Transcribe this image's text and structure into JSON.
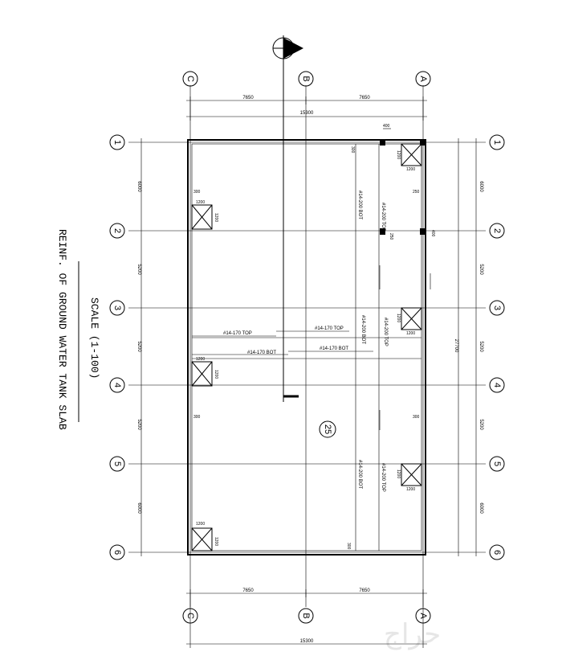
{
  "title": {
    "main": "REINF. OF GROUND WATER TANK SLAB",
    "scale": "SCALE (1-100)"
  },
  "north_symbol": "north-arrow",
  "grid": {
    "columns": [
      "C",
      "B",
      "A"
    ],
    "rows": [
      "1",
      "2",
      "3",
      "4",
      "5",
      "6"
    ]
  },
  "dimensions": {
    "bay_a": "7650",
    "bay_b": "7650",
    "total_width": "15300",
    "row_spans": [
      "6000",
      "5200",
      "5200",
      "5200",
      "6000"
    ],
    "total_height": "27700"
  },
  "panel_mark": "25",
  "reinforcement": {
    "top_long": "#14-170 TOP",
    "bot_long": "#14-170 BOT",
    "top_long_right": "#14-170 TOP",
    "bot_long_right": "#14-170 BOT",
    "top_short": "#14-200 TOP",
    "bot_short": "#14-200 BOT"
  },
  "openings": {
    "size": "1200",
    "edge_offset": "300",
    "offset_250": "250",
    "offset_400": "400"
  },
  "watermark": "حراج"
}
